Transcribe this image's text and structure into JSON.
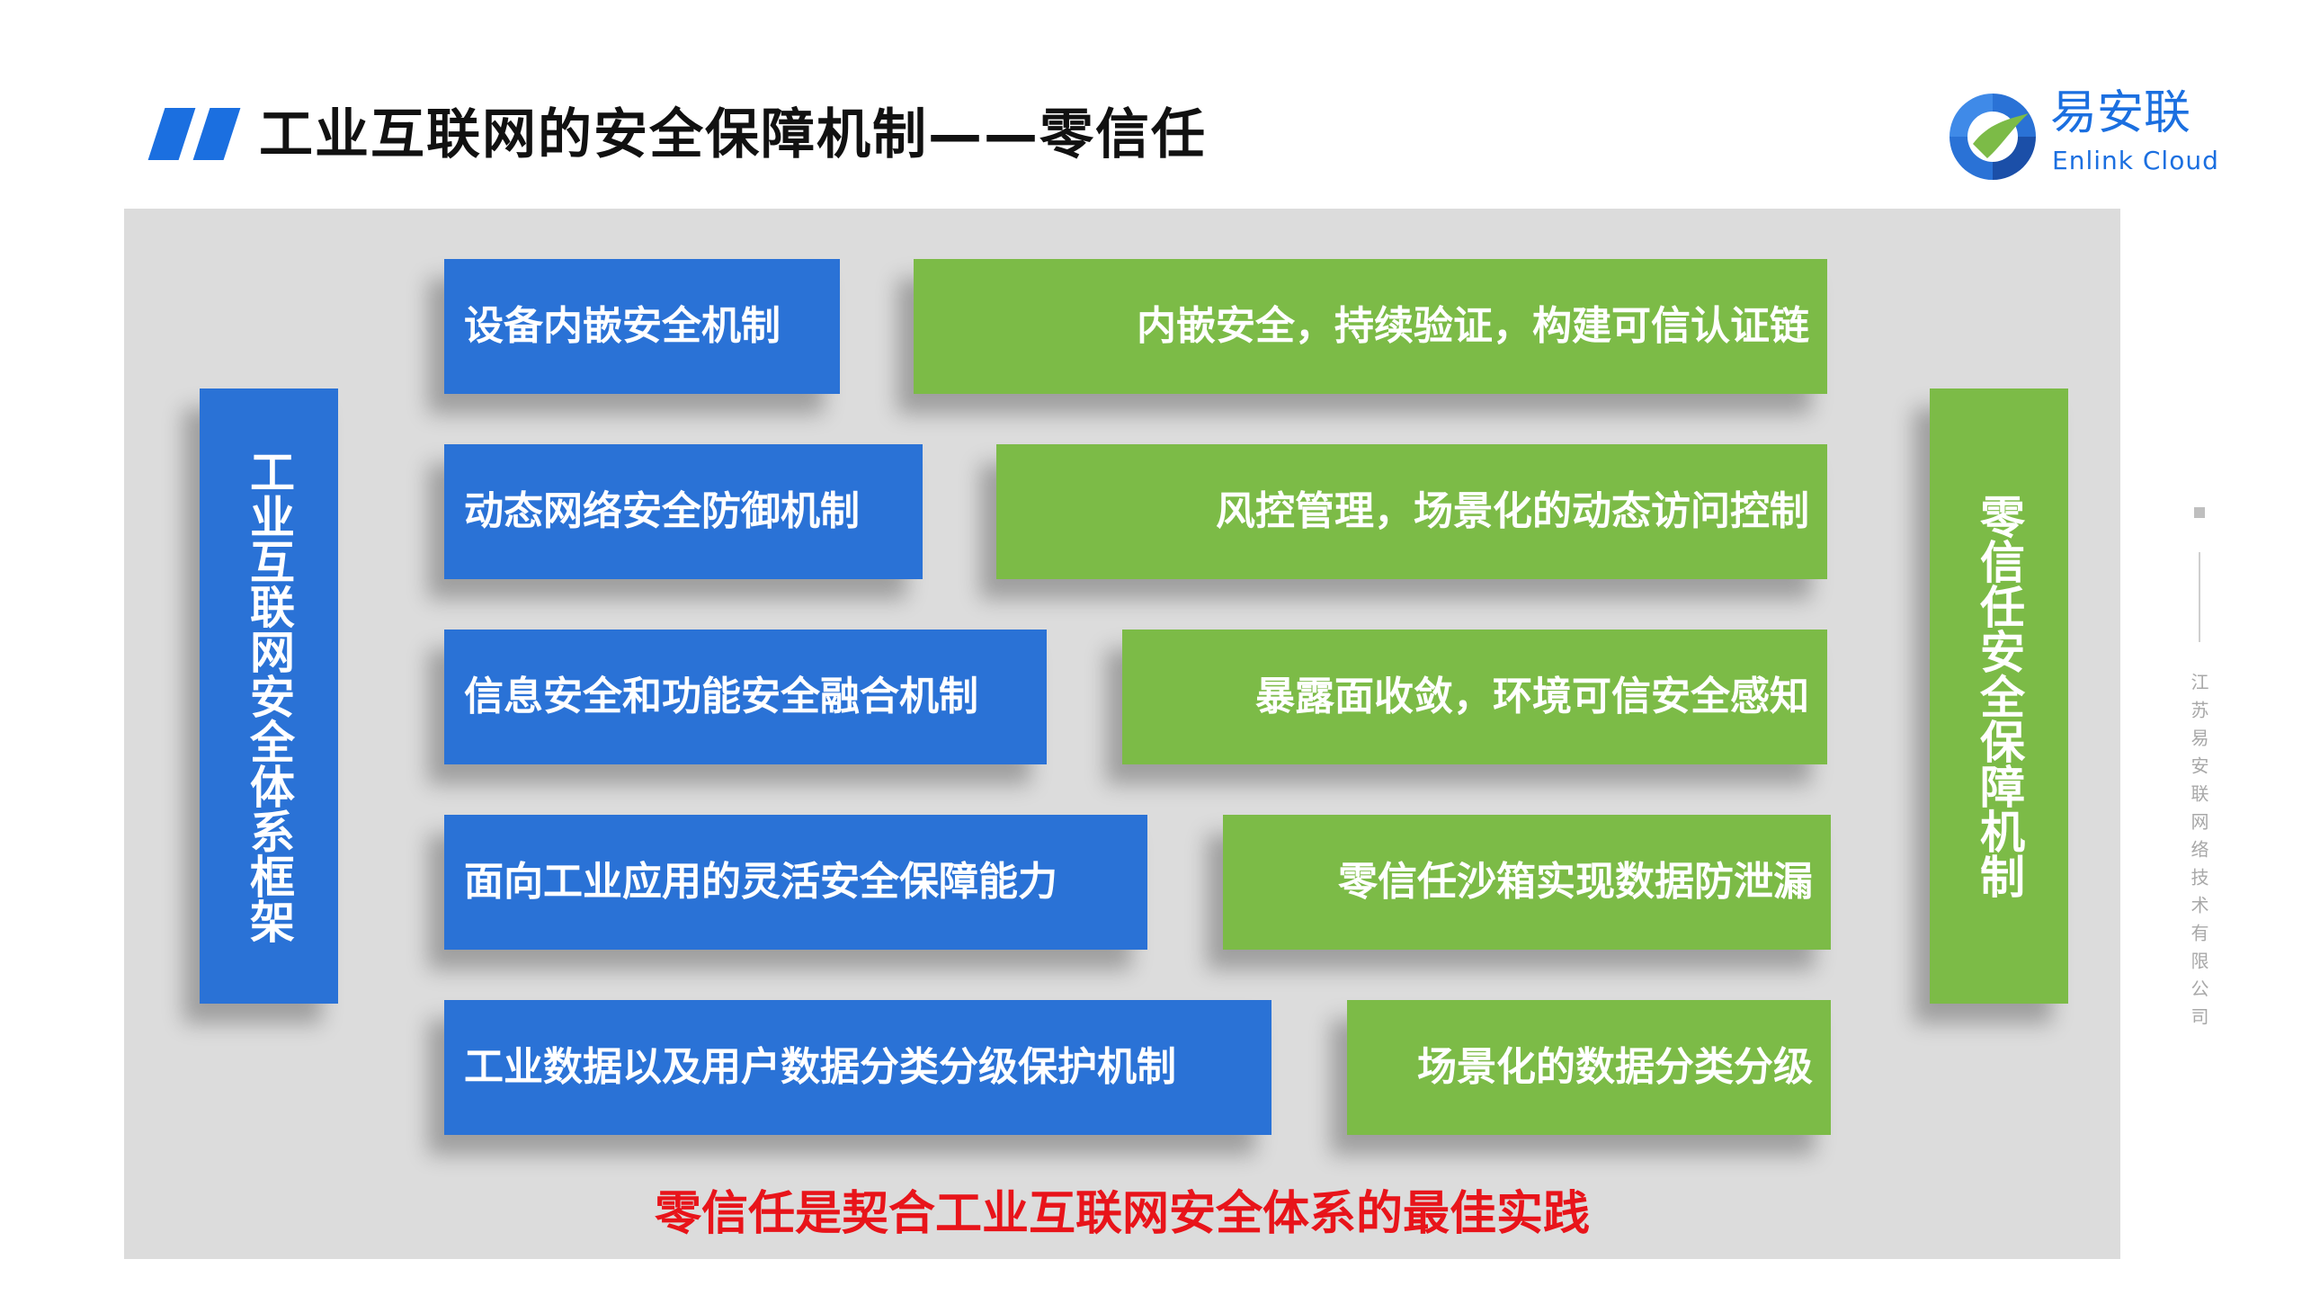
{
  "header": {
    "title": "工业互联网的安全保障机制——零信任",
    "logo_cn": "易安联",
    "logo_en": "Enlink Cloud"
  },
  "colors": {
    "blue": "#2a72d6",
    "green": "#7cbb47",
    "title_accent": "#1b6fe0",
    "conclusion_red": "#e8141a",
    "panel_gray": "#dcdcdc"
  },
  "left_column": {
    "label": "工业互联网安全体系框架"
  },
  "right_column": {
    "label": "零信任安全保障机制"
  },
  "rows": [
    {
      "mechanism": "设备内嵌安全机制",
      "zero_trust": "内嵌安全，持续验证，构建可信认证链"
    },
    {
      "mechanism": "动态网络安全防御机制",
      "zero_trust": "风控管理，场景化的动态访问控制"
    },
    {
      "mechanism": "信息安全和功能安全融合机制",
      "zero_trust": "暴露面收敛，环境可信安全感知"
    },
    {
      "mechanism": "面向工业应用的灵活安全保障能力",
      "zero_trust": "零信任沙箱实现数据防泄漏"
    },
    {
      "mechanism": "工业数据以及用户数据分类分级保护机制",
      "zero_trust": "场景化的数据分类分级"
    }
  ],
  "conclusion": "零信任是契合工业互联网安全体系的最佳实践",
  "sidebar": {
    "company": "江苏易安联网络技术有限公司"
  }
}
